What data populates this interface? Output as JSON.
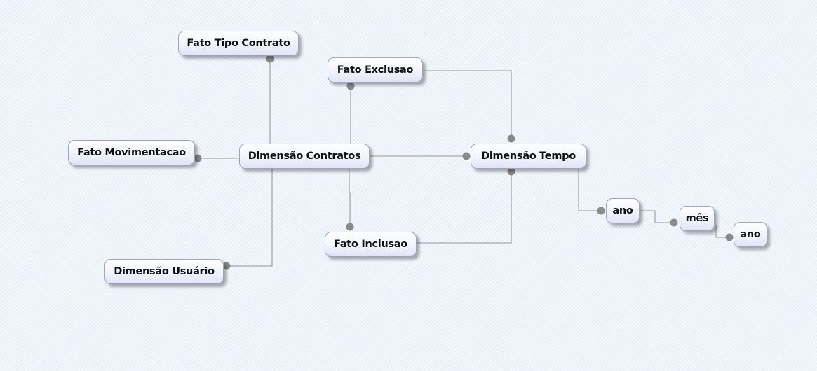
{
  "diagram": {
    "nodes": {
      "fato_tipo_contrato": "Fato Tipo Contrato",
      "fato_exclusao": "Fato Exclusao",
      "fato_movimentacao": "Fato Movimentacao",
      "dimensao_contratos": "Dimensão Contratos",
      "dimensao_tempo": "Dimensão Tempo",
      "ano_1": "ano",
      "mes": "mês",
      "ano_2": "ano",
      "fato_inclusao": "Fato Inclusao",
      "dimensao_usuario": "Dimensão Usuário"
    },
    "colors": {
      "connector_line": "#a8a8a8",
      "connector_dot": "#8a8a8a",
      "node_border": "#9aa6c4"
    }
  }
}
